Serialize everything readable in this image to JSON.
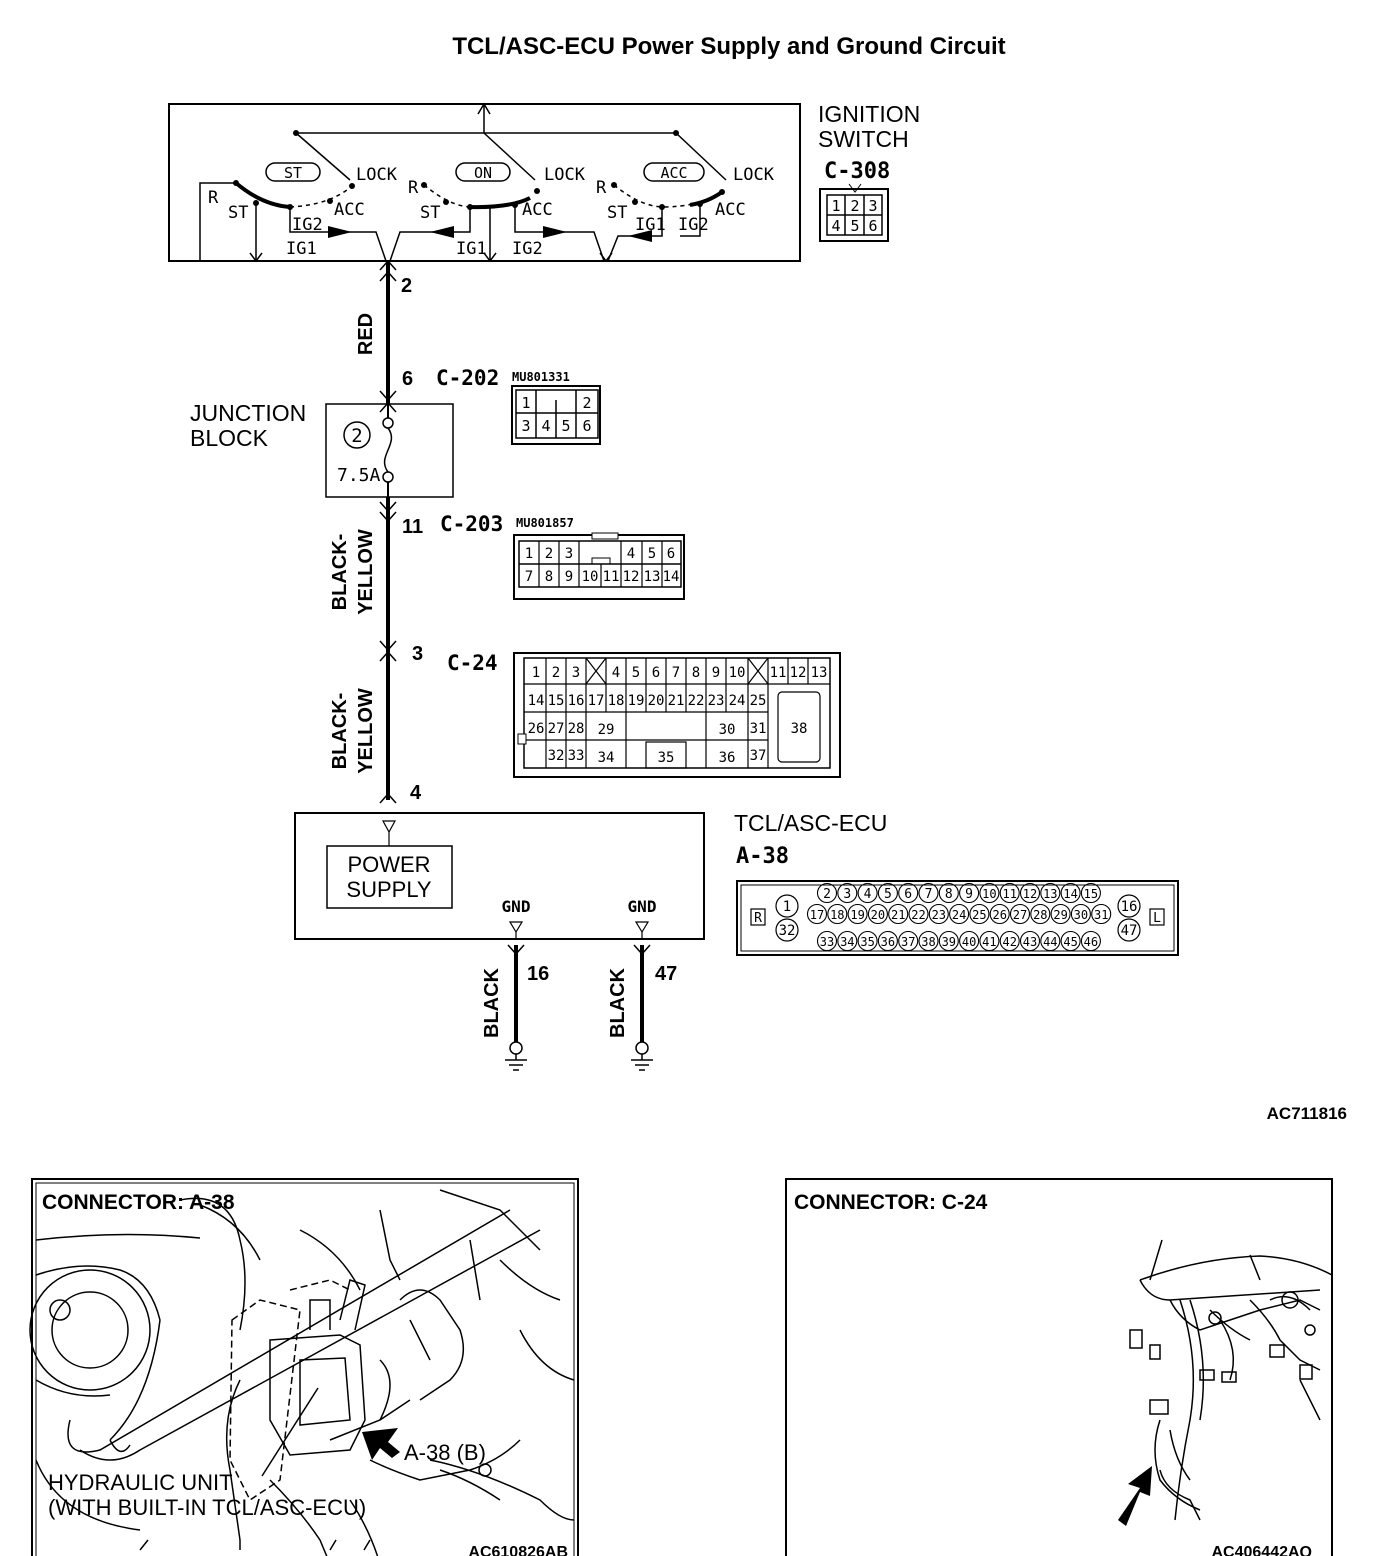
{
  "title": "TCL/ASC-ECU Power Supply and Ground Circuit",
  "diagram_code": "AC711816",
  "ignition_switch": {
    "label_line1": "IGNITION",
    "label_line2": "SWITCH",
    "connector": "C-308",
    "pins_row1": [
      "1",
      "2",
      "3"
    ],
    "pins_row2": [
      "4",
      "5",
      "6"
    ],
    "pos_st": "ST",
    "pos_on": "ON",
    "pos_acc": "ACC",
    "lock": "LOCK",
    "r": "R",
    "st": "ST",
    "acc": "ACC",
    "ig1": "IG1",
    "ig2": "IG2",
    "out_pin": "2"
  },
  "wire_red": "RED",
  "c202": {
    "pin": "6",
    "connector": "C-202",
    "part": "MU801331",
    "row1": [
      "1",
      "2"
    ],
    "row2": [
      "3",
      "4",
      "5",
      "6"
    ]
  },
  "junction_block": {
    "line1": "JUNCTION",
    "line2": "BLOCK",
    "fuse_no": "2",
    "fuse_rating": "7.5A"
  },
  "c203": {
    "pin": "11",
    "connector": "C-203",
    "part": "MU801857",
    "row1": [
      "1",
      "2",
      "3",
      "4",
      "5",
      "6"
    ],
    "row2": [
      "7",
      "8",
      "9",
      "10",
      "11",
      "12",
      "13",
      "14"
    ]
  },
  "wire_by1_line1": "BLACK-",
  "wire_by1_line2": "YELLOW",
  "c24": {
    "pin": "3",
    "connector": "C-24",
    "row1a": [
      "1",
      "2",
      "3"
    ],
    "row1b": [
      "4",
      "5",
      "6",
      "7",
      "8",
      "9",
      "10"
    ],
    "row1c": [
      "11",
      "12",
      "13"
    ],
    "row2": [
      "14",
      "15",
      "16",
      "17",
      "18",
      "19",
      "20",
      "21",
      "22",
      "23",
      "24",
      "25"
    ],
    "row3a": [
      "26",
      "27",
      "28"
    ],
    "r3_29": "29",
    "r3_30": "30",
    "r3_31": "31",
    "r4a": [
      "32",
      "33"
    ],
    "r4_34": "34",
    "r4_35": "35",
    "r4_36": "36",
    "r4_37": "37",
    "big": "38"
  },
  "wire_by2_line1": "BLACK-",
  "wire_by2_line2": "YELLOW",
  "ecu": {
    "in_pin": "4",
    "power_line1": "POWER",
    "power_line2": "SUPPLY",
    "gnd1": "GND",
    "gnd2": "GND",
    "label": "TCL/ASC-ECU",
    "connector": "A-38",
    "gnd_pin1": "16",
    "gnd_pin2": "47",
    "wire1": "BLACK",
    "wire2": "BLACK"
  },
  "a38_face": {
    "r": "R",
    "l": "L",
    "left_top": "1",
    "left_bot": "32",
    "right_top": "16",
    "right_bot": "47",
    "row1": [
      "2",
      "3",
      "4",
      "5",
      "6",
      "7",
      "8",
      "9",
      "10",
      "11",
      "12",
      "13",
      "14",
      "15"
    ],
    "row2": [
      "17",
      "18",
      "19",
      "20",
      "21",
      "22",
      "23",
      "24",
      "25",
      "26",
      "27",
      "28",
      "29",
      "30",
      "31"
    ],
    "row3": [
      "33",
      "34",
      "35",
      "36",
      "37",
      "38",
      "39",
      "40",
      "41",
      "42",
      "43",
      "44",
      "45",
      "46"
    ]
  },
  "panel_a38": {
    "heading": "CONNECTOR: A-38",
    "callout": "A-38 (B)",
    "caption1": "HYDRAULIC UNIT",
    "caption2": "(WITH BUILT-IN TCL/ASC-ECU)",
    "code": "AC610826AB"
  },
  "panel_c24": {
    "heading": "CONNECTOR: C-24",
    "code": "AC406442AQ"
  }
}
